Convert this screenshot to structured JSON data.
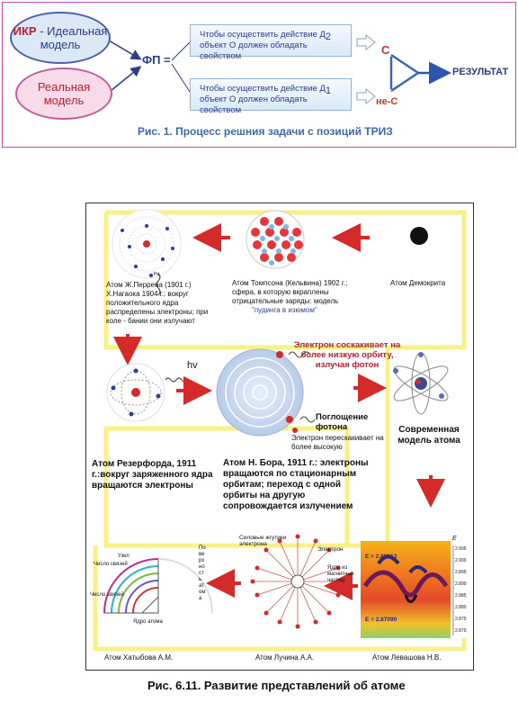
{
  "fig1": {
    "ikr_prefix": "ИКР",
    "ikr_rest": " - Идеальная модель",
    "real_model": "Реальная модель",
    "fp": "ФП =",
    "box_top_line1": "Чтобы осуществить действие Д",
    "box_top_sub": "2",
    "box_top_line2": "объект О должен обладать свойством",
    "box_bottom_line1": "Чтобы осуществить действие Д",
    "box_bottom_sub": "1",
    "box_bottom_line2": "объект О должен обладать свойством",
    "c_label": "С",
    "not_c_label": "не-С",
    "result": "РЕЗУЛЬТАТ",
    "caption": "Рис. 1.  Процесс решния задачи  с позиций ТРИЗ"
  },
  "fig2": {
    "perren": "Атом Ж.Перрена (1901 г.)   Х.Нагаока 1904 г.: вокруг положительного ядра распределены электроны; при коле - бании они излучают",
    "thomson": "Атом Томпсона (Кельвина) 1902 г.; сфера, в которую вкраплены отрицательные заряды: модель",
    "thomson_quote": "\"пудинга в изюмом\"",
    "democritus": "Атом Демокрита",
    "hv1": "hv",
    "hv2": "hv",
    "electron_jump": "Электрон соскакивает на более низкую орбиту, излучая фотон",
    "photon_absorb": "Поглощение фотона",
    "electron_up": "Электрон перескакивает на более высокую",
    "modern": "Современная модель атома",
    "rutherford": "Атом Резерфорда, 1911 г.:вокруг заряженного ядра вращаются электроны",
    "bohr": "Атом Н. Бора, 1911 г.: электроны вращаются по стационарным орбитам; переход с одной орбиты на другую сопровождается излучением",
    "khatybov_knot": "Узел",
    "khatybov_links1": "Число связей",
    "khatybov_links2": "Число связей",
    "khatybov_surface": "Поверхность атома",
    "khatybov_core": "Ядро атома",
    "luchin_lines": "Силовые жгутики электрона",
    "luchin_electron": "Электрон",
    "luchin_core": "Ядро из магнитных частиц",
    "levashov_e1": "E = 2.89913",
    "levashov_e2": "E = 2.87090",
    "levashov_axis_top": "E",
    "levashov_ticks": [
      "2.905",
      "2.900",
      "2.895",
      "2.890",
      "2.885",
      "2.880",
      "2.875",
      "2.870"
    ],
    "name_khatybov": "Атом Хатыбова А.М.",
    "name_luchin": "Атом Лучина А.А.",
    "name_levashov": "Атом  Левашова Н.В.",
    "caption": "Рис. 6.11. Развитие представлений об атоме"
  }
}
